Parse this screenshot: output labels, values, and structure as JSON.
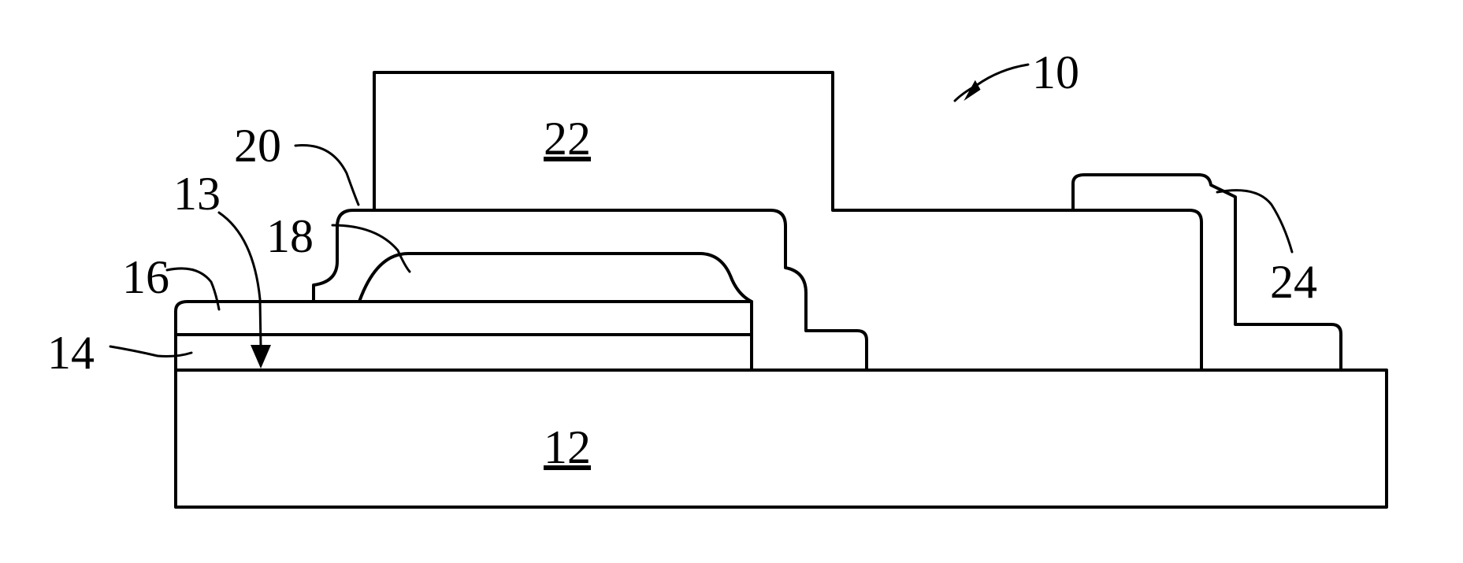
{
  "labels": {
    "device": "10",
    "substrate": "12",
    "surface": "13",
    "layer_14": "14",
    "layer_16": "16",
    "layer_18": "18",
    "layer_20": "20",
    "block_22": "22",
    "contact_24": "24"
  }
}
